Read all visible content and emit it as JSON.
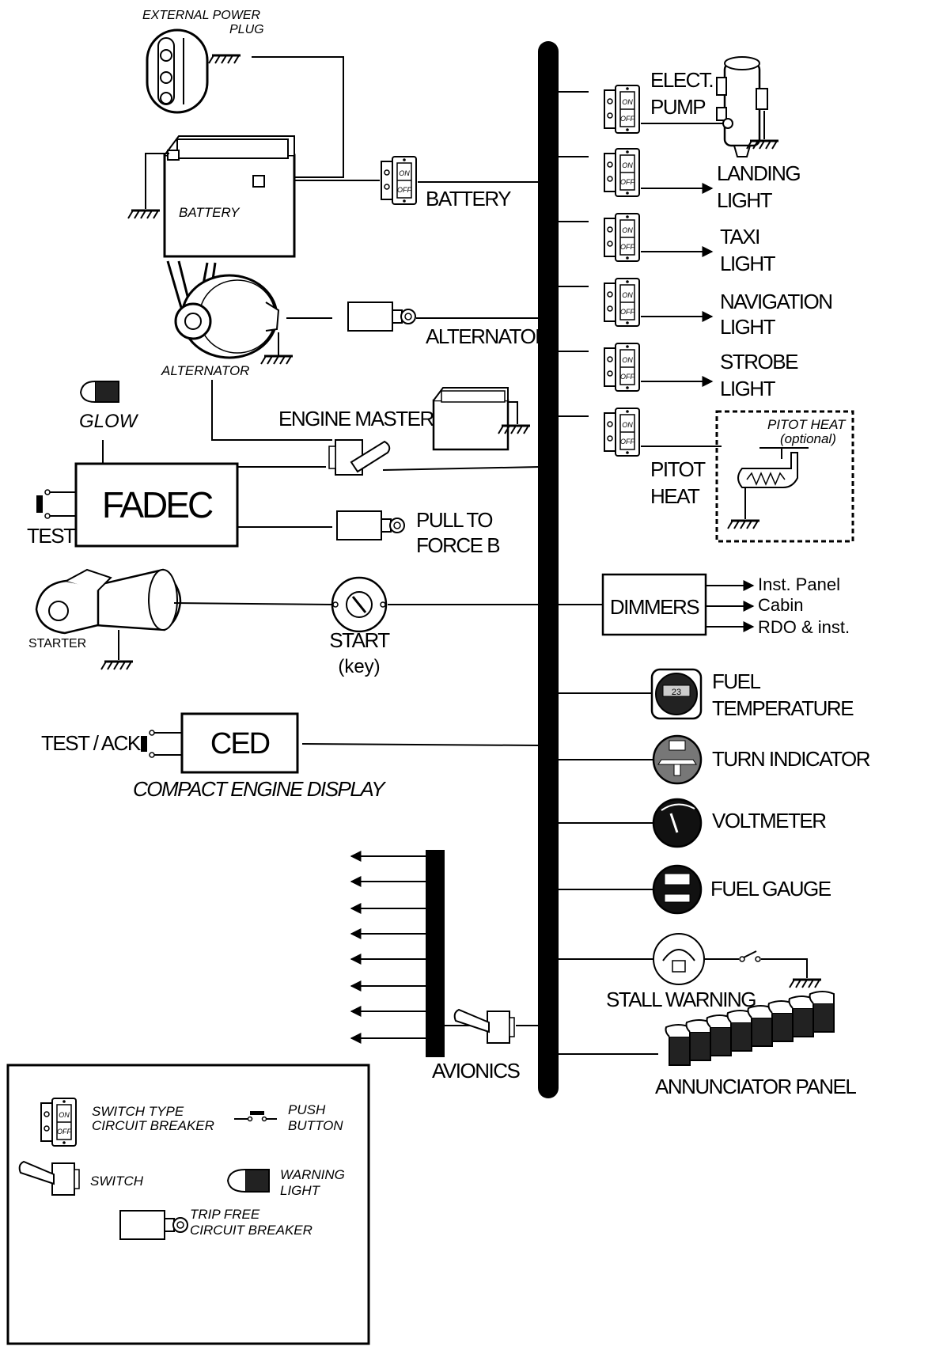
{
  "labels": {
    "ext_power_1": "EXTERNAL POWER",
    "ext_power_2": "PLUG",
    "battery_device": "BATTERY",
    "battery_switch": "BATTERY",
    "alternator_device": "ALTERNATOR",
    "alternator_breaker": "ALTERNATOR",
    "glow": "GLOW",
    "engine_master": "ENGINE MASTER",
    "fadec": "FADEC",
    "test": "TEST",
    "pull_force_1": "PULL TO",
    "pull_force_2": "FORCE B",
    "starter": "STARTER",
    "start_1": "START",
    "start_2": "(key)",
    "test_ack": "TEST / ACK",
    "ced": "CED",
    "ced_full": "COMPACT ENGINE DISPLAY",
    "avionics": "AVIONICS",
    "elect_pump_1": "ELECT.",
    "elect_pump_2": "PUMP",
    "landing_1": "LANDING",
    "landing_2": "LIGHT",
    "taxi_1": "TAXI",
    "taxi_2": "LIGHT",
    "nav_1": "NAVIGATION",
    "nav_2": "LIGHT",
    "strobe_1": "STROBE",
    "strobe_2": "LIGHT",
    "pitot_1": "PITOT",
    "pitot_2": "HEAT",
    "pitot_box_1": "PITOT HEAT",
    "pitot_box_2": "(optional)",
    "dimmers": "DIMMERS",
    "dim_out_1": "Inst. Panel",
    "dim_out_2": "Cabin",
    "dim_out_3": "RDO & inst.",
    "fuel_temp_1": "FUEL",
    "fuel_temp_2": "TEMPERATURE",
    "fuel_temp_readout": "23",
    "turn_indicator": "TURN INDICATOR",
    "voltmeter": "VOLTMETER",
    "fuel_gauge": "FUEL GAUGE",
    "stall_warning": "STALL WARNING",
    "annunciator": "ANNUNCIATOR PANEL",
    "switch_on": "ON",
    "switch_off": "OFF"
  },
  "legend": {
    "cb_1": "SWITCH TYPE",
    "cb_2": "CIRCUIT BREAKER",
    "push_1": "PUSH",
    "push_2": "BUTTON",
    "switch": "SWITCH",
    "warn_1": "WARNING",
    "warn_2": "LIGHT",
    "trip_1": "TRIP FREE",
    "trip_2": "CIRCUIT BREAKER"
  }
}
